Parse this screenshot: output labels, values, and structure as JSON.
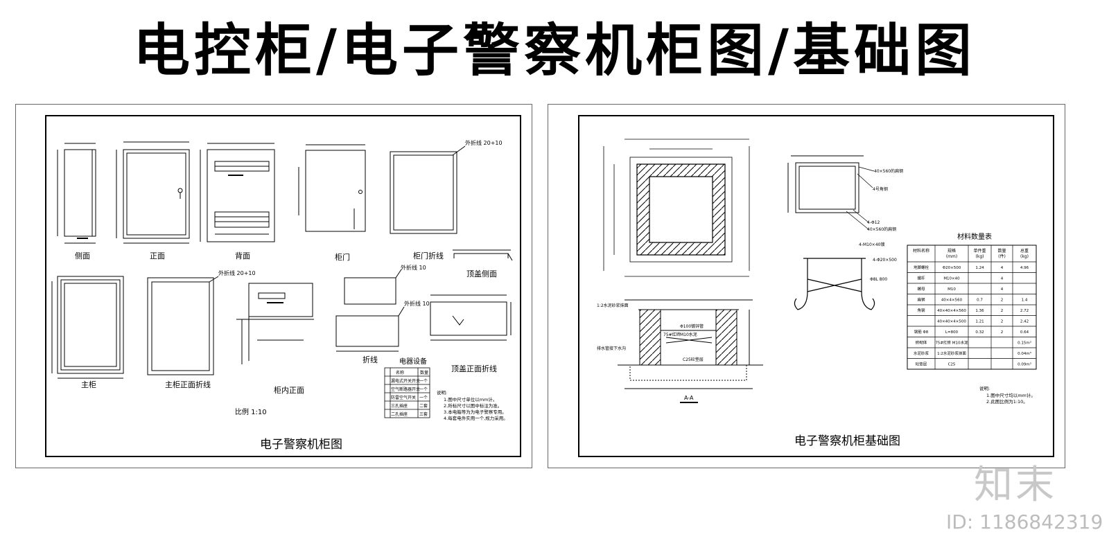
{
  "page_title": "电控柜/电子警察机柜图/基础图",
  "left_sheet": {
    "title": "电子警察机柜图",
    "scale": "比例   1:10",
    "views": {
      "side": "侧面",
      "front": "正面",
      "back": "背面",
      "door": "柜门",
      "door_fold": "柜门折线",
      "top_side": "顶盖侧面",
      "main": "主柜",
      "main_fold": "主柜正面折线",
      "inner_front": "柜内正面",
      "fold": "折线",
      "top_front_fold": "顶盖正面折线"
    },
    "fold_notes": [
      "外折线 20+10",
      "外折线 20+10",
      "外折线  10",
      "外折线  10"
    ],
    "electrical": {
      "title": "电器设备",
      "headers": [
        "名称",
        "数量"
      ],
      "rows": [
        [
          "漏电式开关开关",
          "一个"
        ],
        [
          "空气断路器开关",
          "一个"
        ],
        [
          "防雷空气开关",
          "一个"
        ],
        [
          "三孔插座",
          "二套"
        ],
        [
          "二孔插座",
          "三套"
        ]
      ]
    },
    "notes_title": "说明:",
    "notes": [
      "1.图中尺寸单位以mm计。",
      "2.所标尺寸以图中标注为准。",
      "3.本电箱等为为电子警察专用。",
      "4.每套电件实用一个,规力采用。"
    ]
  },
  "right_sheet": {
    "title": "电子警察机柜基础图",
    "section_label": "A-A",
    "callouts": [
      "40×560的扁钢",
      "4号角钢",
      "4-Φ12",
      "4-M10×40镀",
      "4-Φ20×500",
      "Φ8L 800",
      "40×560的扁钢",
      "1:2水泥砂浆抹面",
      "排水管接下水沟",
      "Φ100镀锌管",
      "C25砼垫层",
      "M10水泥",
      "75#红砖"
    ],
    "materials": {
      "title": "材料数量表",
      "headers": [
        "材料名称",
        "规格\n(mm)",
        "单件重\n(kg)",
        "数量\n(件)",
        "总重\n(kg)"
      ],
      "rows": [
        [
          "地脚螺栓",
          "Φ20×500",
          "1.24",
          "4",
          "4.96"
        ],
        [
          "螺杆",
          "M10×40",
          "",
          "4",
          ""
        ],
        [
          "螺母",
          "M10",
          "",
          "4",
          ""
        ],
        [
          "扁钢",
          "40×4×560",
          "0.7",
          "2",
          "1.4"
        ],
        [
          "角钢",
          "40×40×4×560",
          "1.36",
          "2",
          "2.72"
        ],
        [
          "",
          "40×40×4×500",
          "1.21",
          "2",
          "2.42"
        ],
        [
          "钢筋 Φ8",
          "L=800",
          "0.32",
          "2",
          "0.64"
        ],
        [
          "砖砌体",
          "75#红砖  M10水泥",
          "",
          "",
          "0.15m³"
        ],
        [
          "水泥砂浆",
          "1:2水泥砂浆抹面",
          "",
          "",
          "0.04m³"
        ],
        [
          "砼垫层",
          "C25",
          "",
          "",
          "0.09m³"
        ]
      ]
    },
    "notes_title": "说明:",
    "notes": [
      "1.图中尺寸均以mm计。",
      "2.此图比例为1:10。"
    ]
  },
  "watermark": {
    "logo": "知末",
    "id_text": "ID: 1186842319"
  }
}
